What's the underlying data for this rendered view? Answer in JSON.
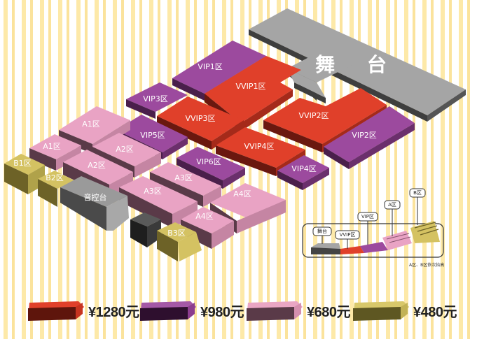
{
  "colors": {
    "vvip": "#e0402a",
    "vip": "#9c4a9e",
    "a": "#e9a3c4",
    "b": "#d4c262",
    "stage": "#a4a4a4",
    "background_stripe": "#fde9a8"
  },
  "stage": {
    "label": "舞 台"
  },
  "sections": [
    {
      "id": "vip1",
      "label": "VIP1区",
      "tier": "vip"
    },
    {
      "id": "vvip1",
      "label": "VVIP1区",
      "tier": "vvip"
    },
    {
      "id": "vip3",
      "label": "VIP3区",
      "tier": "vip"
    },
    {
      "id": "vvip3",
      "label": "VVIP3区",
      "tier": "vvip"
    },
    {
      "id": "vvip2",
      "label": "VVIP2区",
      "tier": "vvip"
    },
    {
      "id": "vip5",
      "label": "VIP5区",
      "tier": "vip"
    },
    {
      "id": "vvip4",
      "label": "VVIP4区",
      "tier": "vvip"
    },
    {
      "id": "vip2",
      "label": "VIP2区",
      "tier": "vip"
    },
    {
      "id": "vip6",
      "label": "VIP6区",
      "tier": "vip"
    },
    {
      "id": "vip4",
      "label": "VIP4区",
      "tier": "vip"
    },
    {
      "id": "a1-upper",
      "label": "A1区",
      "tier": "a"
    },
    {
      "id": "a1-lower",
      "label": "A1区",
      "tier": "a"
    },
    {
      "id": "a2-upper",
      "label": "A2区",
      "tier": "a"
    },
    {
      "id": "a2-lower",
      "label": "A2区",
      "tier": "a"
    },
    {
      "id": "a3-upper",
      "label": "A3区",
      "tier": "a"
    },
    {
      "id": "a3-lower",
      "label": "A3区",
      "tier": "a"
    },
    {
      "id": "a4-upper",
      "label": "A4区",
      "tier": "a"
    },
    {
      "id": "a4-lower",
      "label": "A4区",
      "tier": "a"
    },
    {
      "id": "b1",
      "label": "B1区",
      "tier": "b"
    },
    {
      "id": "b2",
      "label": "B2区",
      "tier": "b"
    },
    {
      "id": "b3",
      "label": "B3区",
      "tier": "b"
    }
  ],
  "control_booth": {
    "label": "音控台"
  },
  "inset": {
    "labels": {
      "stage": "舞台",
      "vvip": "VVIP区",
      "vip": "VIP区",
      "a": "A区",
      "b": "B区"
    },
    "note": "A区、B区依次抬高"
  },
  "legend": [
    {
      "tier": "vvip",
      "price": "¥1280元"
    },
    {
      "tier": "vip",
      "price": "¥980元"
    },
    {
      "tier": "a",
      "price": "¥680元"
    },
    {
      "tier": "b",
      "price": "¥480元"
    }
  ]
}
